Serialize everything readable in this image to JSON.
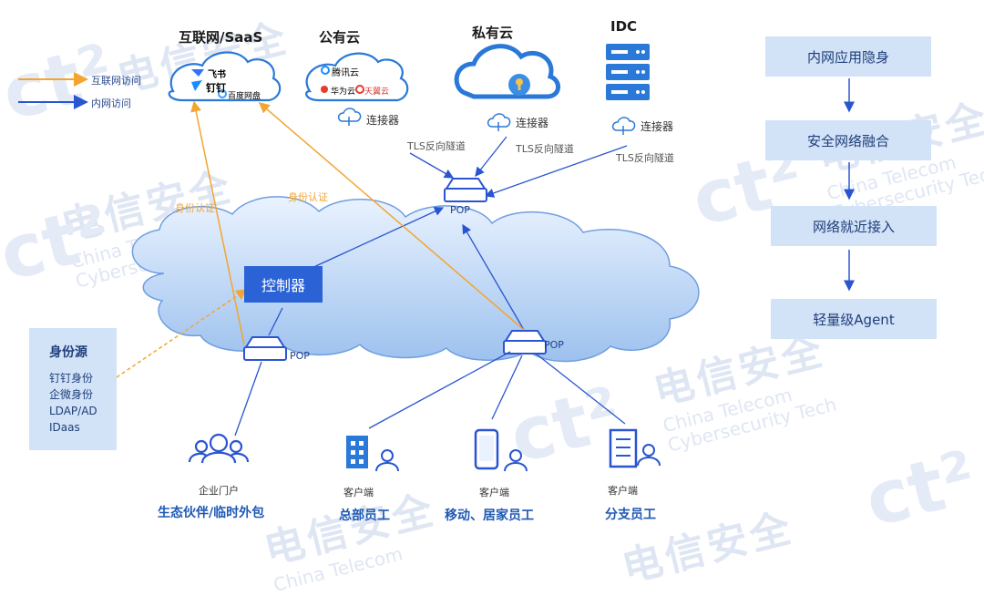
{
  "legend": {
    "internet": "互联网访问",
    "intranet": "内网访问"
  },
  "clouds": {
    "saas": {
      "title": "互联网/SaaS",
      "apps": [
        "飞书",
        "钉钉",
        "百度网盘"
      ]
    },
    "public": {
      "title": "公有云",
      "apps": [
        "腾讯云",
        "华为云",
        "天翼云"
      ],
      "connector": "连接器"
    },
    "private": {
      "title": "私有云",
      "connector": "连接器"
    },
    "idc": {
      "title": "IDC",
      "connector": "连接器"
    }
  },
  "tunnel_label": "TLS反向隧道",
  "pop_label": "POP",
  "controller": "控制器",
  "auth_label": "身份认证",
  "identity": {
    "title": "身份源",
    "items": [
      "钉钉身份",
      "企微身份",
      "LDAP/AD",
      "IDaas"
    ]
  },
  "users": [
    {
      "sub": "企业门户",
      "main": "生态伙伴/临时外包"
    },
    {
      "sub": "客户端",
      "main": "总部员工"
    },
    {
      "sub": "客户端",
      "main": "移动、居家员工"
    },
    {
      "sub": "客户端",
      "main": "分支员工"
    }
  ],
  "features": [
    "内网应用隐身",
    "安全网络融合",
    "网络就近接入",
    "轻量级Agent"
  ],
  "watermark": {
    "cn": "电信安全",
    "en1": "China Telecom",
    "en2": "Cybersecurity Tech",
    "logo": "ct²"
  },
  "colors": {
    "internet_line": "#f2a530",
    "intranet_line": "#2a55d0",
    "panel": "#d2e2f7",
    "controller": "#2b63d6"
  }
}
